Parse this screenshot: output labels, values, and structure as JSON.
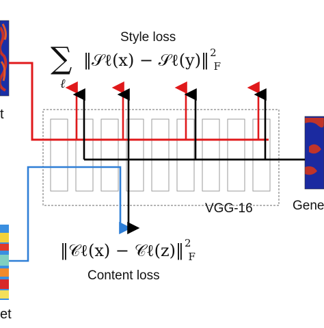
{
  "labels": {
    "style_loss": "Style loss",
    "content_loss": "Content loss",
    "network": "VGG-16",
    "left_top_fragment": "t",
    "left_bottom_fragment": "et",
    "right_fragment": "Gene"
  },
  "formulas": {
    "style": {
      "sum_symbol": "∑",
      "sum_index": "ℓ",
      "body": "‖𝒮ℓ(x) − 𝒮ℓ(y)‖",
      "norm_sub": "F",
      "power": "2"
    },
    "content": {
      "body": "‖𝒞ℓ(x) − 𝒞ℓ(z)‖",
      "norm_sub": "F",
      "power": "2"
    }
  },
  "colors": {
    "style_path": "#e0191b",
    "content_path": "#2e7ed6",
    "generated_path": "#000000",
    "box_outline": "#9a9a9a",
    "dashed_outline": "#6a6a6a"
  },
  "network_layer_count": 9
}
